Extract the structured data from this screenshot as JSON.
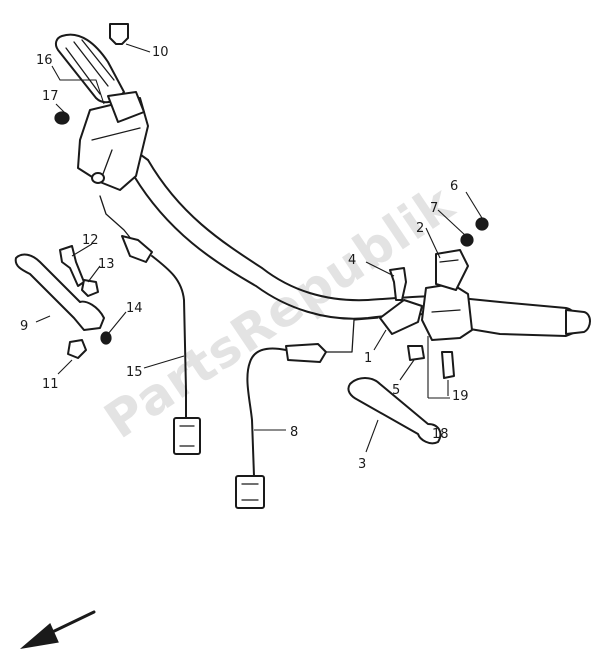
{
  "watermark": "PartsRepublik",
  "callouts": {
    "c1": "1",
    "c2": "2",
    "c3": "3",
    "c4": "4",
    "c5": "5",
    "c6": "6",
    "c7": "7",
    "c8": "8",
    "c9": "9",
    "c10": "10",
    "c11": "11",
    "c12": "12",
    "c13": "13",
    "c14": "14",
    "c15": "15",
    "c16": "16",
    "c17": "17",
    "c18": "18",
    "c19": "19"
  },
  "colors": {
    "line": "#1a1a1a",
    "watermark": "#e3e3e3",
    "background": "#ffffff"
  },
  "icons": {
    "direction": "front-direction-arrow-icon"
  }
}
